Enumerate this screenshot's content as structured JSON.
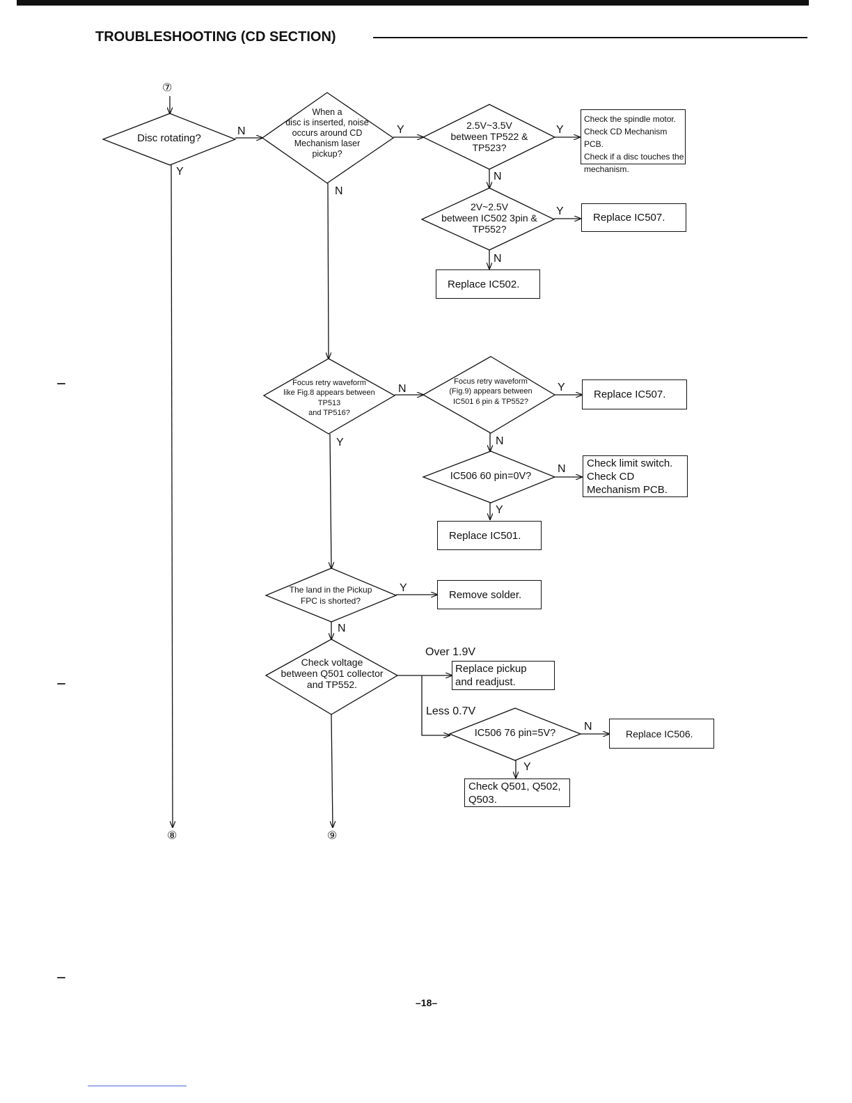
{
  "header": {
    "title": "TROUBLESHOOTING (CD SECTION)"
  },
  "connectors": {
    "start": "⑦",
    "end_left": "⑧",
    "end_right": "⑨"
  },
  "decisions": {
    "disc_rotating": "Disc rotating?",
    "noise": "When a\ndisc is inserted, noise\noccurs around CD\nMechanism laser\npickup?",
    "tp522": "2.5V~3.5V\nbetween TP522 &\nTP523?",
    "ic502": "2V~2.5V\nbetween IC502 3pin &\nTP552?",
    "focus_fig8": "Focus retry waveform\nlike Fig.8 appears between TP513\nand TP516?",
    "focus_fig9": "Focus retry waveform\n(Fig.9) appears between\nIC501 6 pin & TP552?",
    "ic506_60": "IC506 60 pin=0V?",
    "pickup_land": "The land in the Pickup\nFPC is shorted?",
    "check_voltage": "Check voltage\nbetween Q501 collector\nand TP552.",
    "ic506_76": "IC506 76 pin=5V?"
  },
  "actions": {
    "spindle": "Check the spindle motor.\nCheck CD Mechanism PCB.\nCheck if a disc touches the\nmechanism.",
    "replace_ic507_a": "Replace IC507.",
    "replace_ic502": "Replace IC502.",
    "replace_ic507_b": "Replace IC507.",
    "limit_switch": "Check limit switch.\nCheck CD\nMechanism PCB.",
    "replace_ic501": "Replace IC501.",
    "remove_solder": "Remove solder.",
    "replace_pickup": "Replace pickup\nand readjust.",
    "replace_ic506": "Replace IC506.",
    "check_q": "Check Q501, Q502,\nQ503."
  },
  "branch_labels": {
    "yes": "Y",
    "no": "N",
    "over": "Over 1.9V",
    "less": "Less 0.7V"
  },
  "footer": {
    "page": "–18–"
  }
}
